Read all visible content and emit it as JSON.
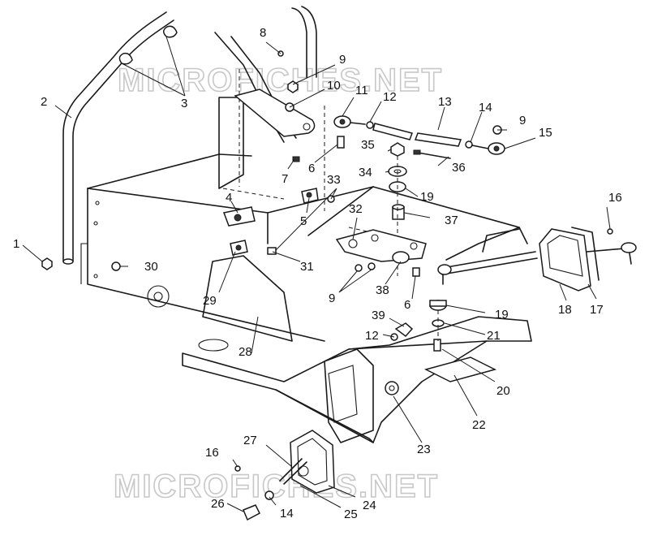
{
  "watermark_top": "MICROFICHES.NET",
  "watermark_bottom": "MICROFICHES.NET",
  "callouts": {
    "c1": "1",
    "c2": "2",
    "c3": "3",
    "c4": "4",
    "c5": "5",
    "c6a": "6",
    "c6b": "6",
    "c7": "7",
    "c8": "8",
    "c9a": "9",
    "c9b": "9",
    "c9c": "9",
    "c10": "10",
    "c11": "11",
    "c12a": "12",
    "c12b": "12",
    "c13": "13",
    "c14a": "14",
    "c14b": "14",
    "c15": "15",
    "c16a": "16",
    "c16b": "16",
    "c17": "17",
    "c18": "18",
    "c19a": "19",
    "c19b": "19",
    "c20": "20",
    "c21": "21",
    "c22": "22",
    "c23": "23",
    "c24": "24",
    "c25": "25",
    "c26": "26",
    "c27": "27",
    "c28": "28",
    "c29": "29",
    "c30": "30",
    "c31": "31",
    "c32": "32",
    "c33": "33",
    "c34": "34",
    "c35": "35",
    "c36": "36",
    "c37": "37",
    "c38": "38",
    "c39": "39"
  }
}
